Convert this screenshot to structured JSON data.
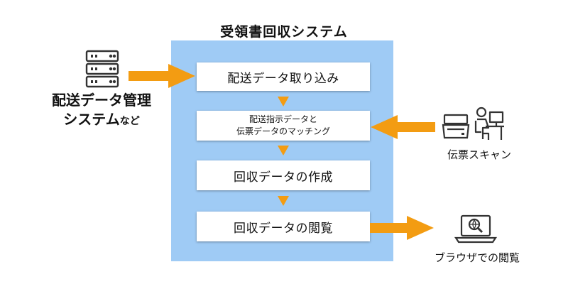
{
  "title": "受領書回収システム",
  "steps": [
    {
      "label": "配送データ取り込み"
    },
    {
      "line1": "配送指示データと",
      "line2": "伝票データのマッチング"
    },
    {
      "label": "回収データの作成"
    },
    {
      "label": "回収データの閲覧"
    }
  ],
  "source": {
    "line1": "配送データ管理",
    "line2_main": "システム",
    "line2_suffix": "など",
    "icon": "server-icon"
  },
  "scanner": {
    "label": "伝票スキャン",
    "icons": [
      "scanner-icon",
      "person-at-computer-icon"
    ]
  },
  "browser": {
    "label": "ブラウザでの閲覧",
    "icon": "laptop-search-icon"
  },
  "colors": {
    "panel": "#9fcbf5",
    "arrow": "#f39c12",
    "box": "#ffffff",
    "icon": "#333333"
  }
}
